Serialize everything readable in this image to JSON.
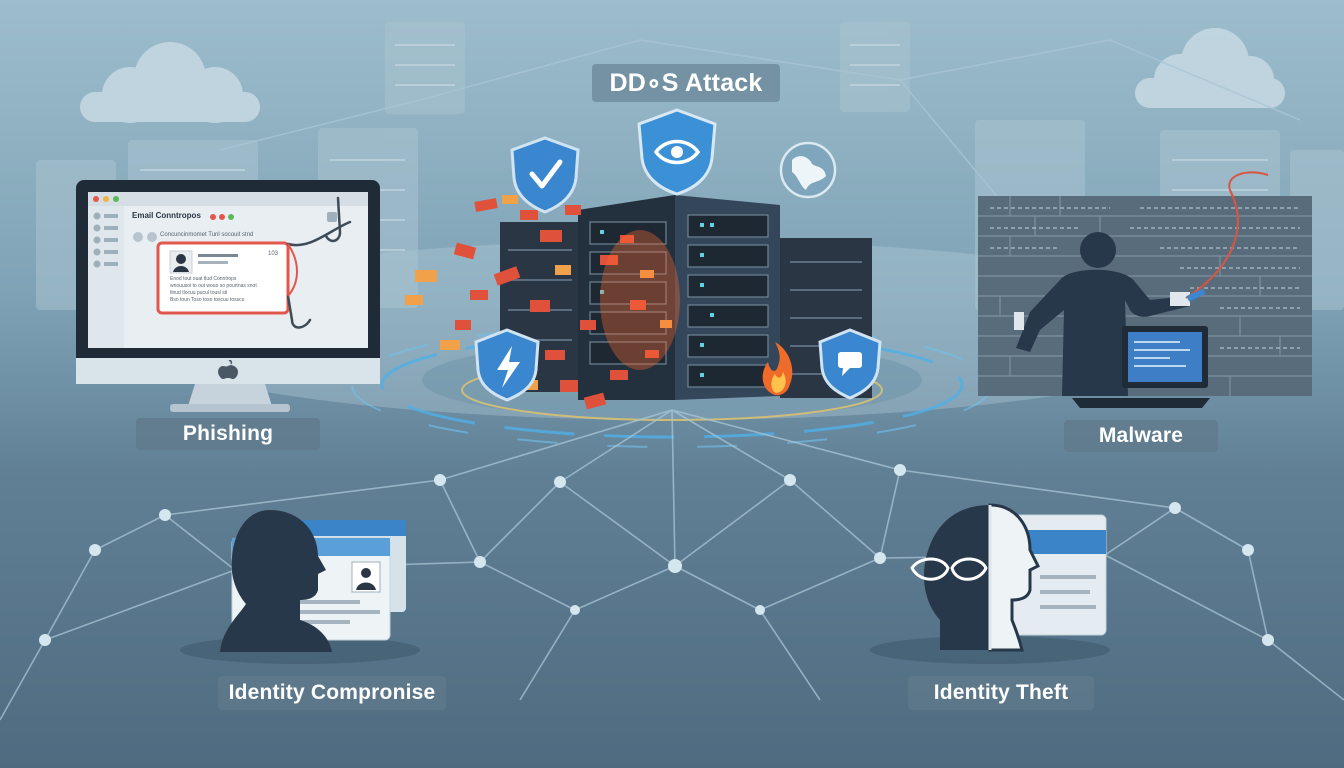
{
  "labels": {
    "ddos": "DD∘S Attack",
    "phishing": "Phishing",
    "malware": "Malware",
    "identity_compromise": "Identity Compronise",
    "identity_theft": "Identity Theft"
  },
  "email_window": {
    "title": "Email Conntropos",
    "subject": "Concuncinmomet Tunl socouit stnd",
    "time": "103",
    "body_lines": [
      "Enod tout ouat tlud Conntrops",
      "wnouusoi to out wouo so pourtnas snot",
      "tlnud tlocuu pucul tousl sti",
      "Bso toun Toso toso toscuu tosscu"
    ]
  },
  "colors": {
    "accent_blue": "#2f8fd8",
    "alert_red": "#d9553f",
    "silhouette": "#27384a"
  },
  "icons": [
    "check-shield-icon",
    "eye-shield-icon",
    "globe-icon",
    "lightning-shield-icon",
    "chat-shield-icon",
    "fire-icon",
    "apple-logo-icon",
    "fishhook-icon"
  ]
}
